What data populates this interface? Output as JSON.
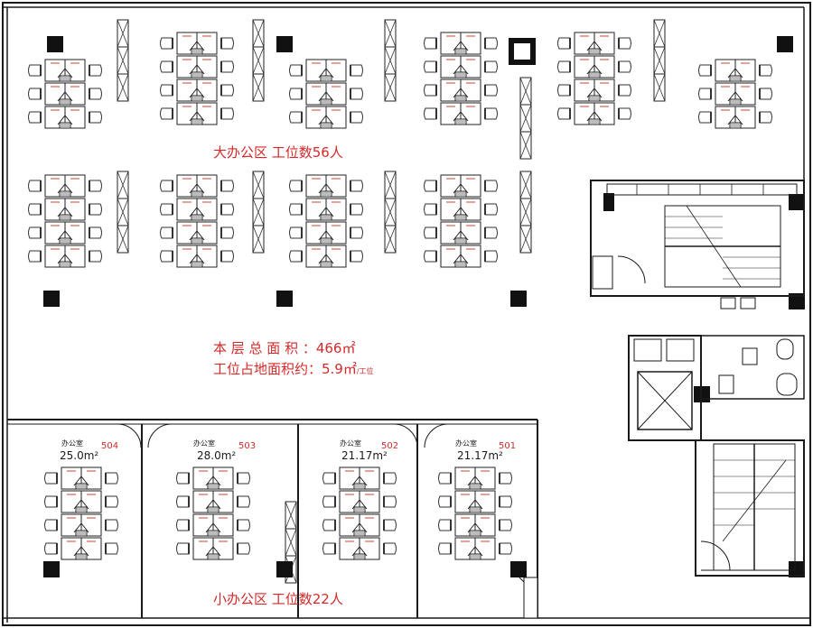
{
  "colors": {
    "wall": "#1a1a1a",
    "annotation": "#d42a2a",
    "column": "#111111",
    "background": "#ffffff"
  },
  "labels": {
    "big_office": "大办公区  工位数56人",
    "total_area": "本 层 总 面 积 ：466㎡",
    "per_seat_prefix": "工位占地面积约：5.9㎡",
    "per_seat_suffix": "/工位",
    "small_office": "小办公区  工位数22人"
  },
  "rooms": [
    {
      "type_label": "办公室",
      "number": "504",
      "area": "25.0m²"
    },
    {
      "type_label": "办公室",
      "number": "503",
      "area": "28.0m²"
    },
    {
      "type_label": "办公室",
      "number": "502",
      "area": "21.17m²"
    },
    {
      "type_label": "办公室",
      "number": "501",
      "area": "21.17m²"
    }
  ],
  "icons": [
    "workstation-cluster-icon",
    "office-chair-icon",
    "column-icon",
    "door-swing-icon",
    "stair-icon",
    "elevator-icon",
    "toilet-icon",
    "sink-icon",
    "shelf-icon"
  ]
}
